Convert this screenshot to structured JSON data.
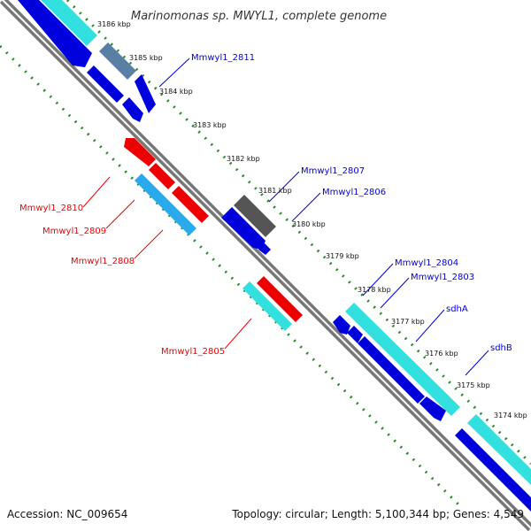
{
  "title": "Marinomonas sp. MWYL1, complete genome",
  "footer": {
    "accession": "Accession: NC_009654",
    "topology": "Topology: circular; Length: 5,100,344 bp; Genes: 4,549"
  },
  "colors": {
    "backbone": "#777777",
    "tick_marks": "#2a8a2a",
    "forward_gene": "#0000dd",
    "forward_gene_light": "#33e0e0",
    "reverse_gene": "#ee0000",
    "reverse_gene_light": "#2aaaee",
    "other_feature": "#555555"
  },
  "ticks": [
    "3186 kbp",
    "3185 kbp",
    "3184 kbp",
    "3183 kbp",
    "3182 kbp",
    "3181 kbp",
    "3180 kbp",
    "3179 kbp",
    "3178 kbp",
    "3177 kbp",
    "3176 kbp",
    "3175 kbp",
    "3174 kbp"
  ],
  "genes": {
    "forward": [
      "Mmwyl1_2811",
      "Mmwyl1_2807",
      "Mmwyl1_2806",
      "Mmwyl1_2804",
      "Mmwyl1_2803",
      "sdhA",
      "sdhB"
    ],
    "reverse": [
      "Mmwyl1_2810",
      "Mmwyl1_2809",
      "Mmwyl1_2808",
      "Mmwyl1_2805"
    ]
  }
}
